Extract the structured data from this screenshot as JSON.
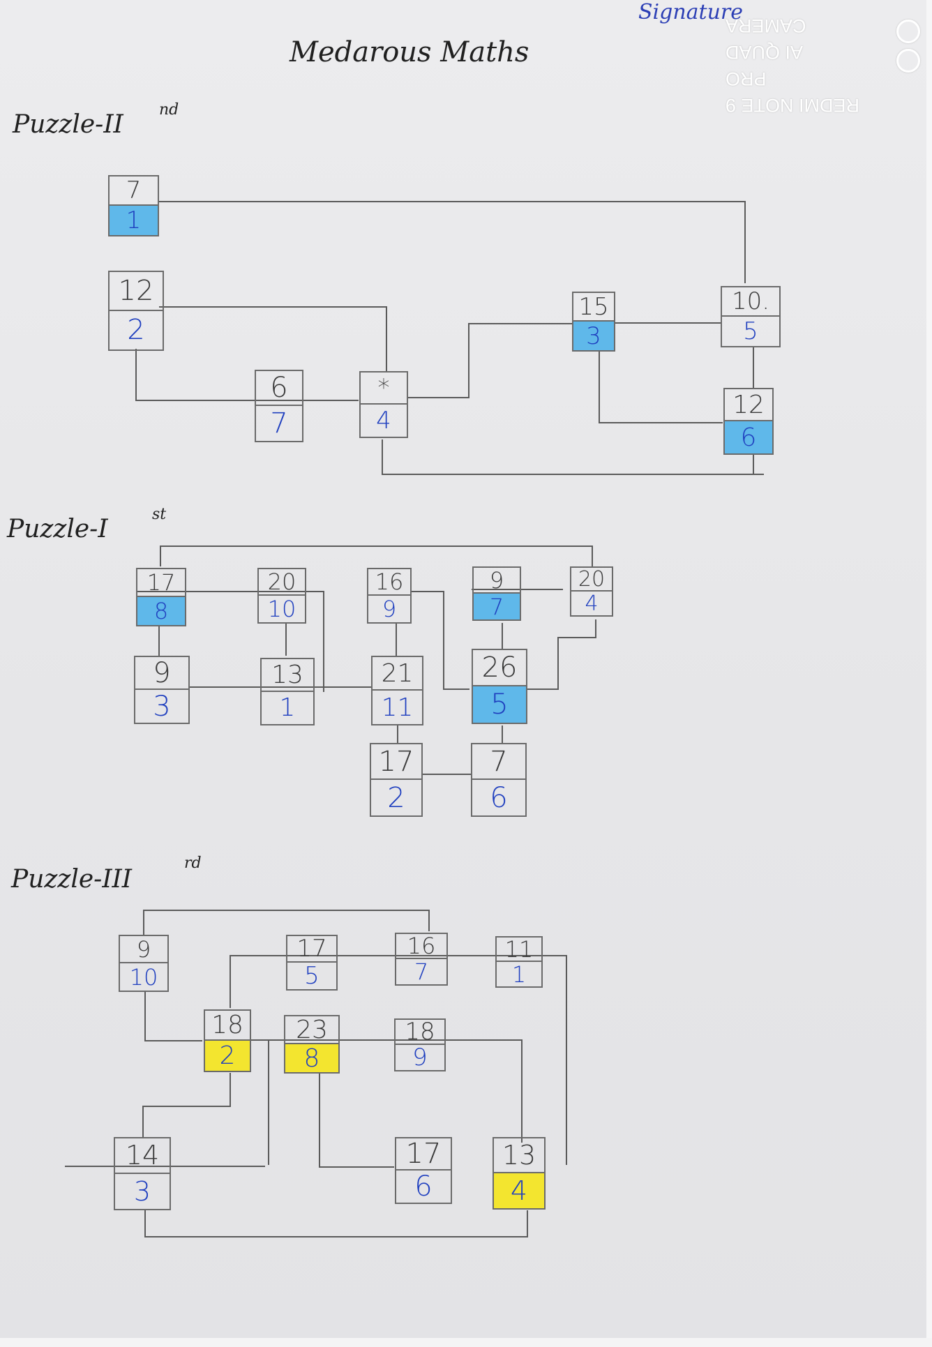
{
  "page": {
    "title": "Medarous Maths",
    "signature": "Signature",
    "watermark": {
      "line1": "REDMI NOTE 9 PRO",
      "line2": "AI QUAD CAMERA"
    }
  },
  "puzzles": [
    {
      "heading": "Puzzle-II",
      "suffix": "nd",
      "boxes": [
        {
          "top": "7",
          "bottom": "1",
          "highlight": "blue"
        },
        {
          "top": "12",
          "bottom": "2",
          "highlight": ""
        },
        {
          "top": "6",
          "bottom": "7",
          "highlight": ""
        },
        {
          "top": "*",
          "bottom": "4",
          "highlight": ""
        },
        {
          "top": "15",
          "bottom": "3",
          "highlight": "blue"
        },
        {
          "top": "10.",
          "bottom": "5",
          "highlight": ""
        },
        {
          "top": "12",
          "bottom": "6",
          "highlight": "blue"
        }
      ]
    },
    {
      "heading": "Puzzle-I",
      "suffix": "st",
      "boxes": [
        {
          "top": "17",
          "bottom": "8",
          "highlight": "blue"
        },
        {
          "top": "20",
          "bottom": "10",
          "highlight": ""
        },
        {
          "top": "16",
          "bottom": "9",
          "highlight": ""
        },
        {
          "top": "9",
          "bottom": "7",
          "highlight": "blue"
        },
        {
          "top": "20",
          "bottom": "4",
          "highlight": ""
        },
        {
          "top": "9",
          "bottom": "3",
          "highlight": ""
        },
        {
          "top": "13",
          "bottom": "1",
          "highlight": ""
        },
        {
          "top": "21",
          "bottom": "11",
          "highlight": ""
        },
        {
          "top": "26",
          "bottom": "5",
          "highlight": "blue"
        },
        {
          "top": "17",
          "bottom": "2",
          "highlight": ""
        },
        {
          "top": "7",
          "bottom": "6",
          "highlight": ""
        }
      ]
    },
    {
      "heading": "Puzzle-III",
      "suffix": "rd",
      "boxes": [
        {
          "top": "9",
          "bottom": "10",
          "highlight": ""
        },
        {
          "top": "17",
          "bottom": "5",
          "highlight": ""
        },
        {
          "top": "16",
          "bottom": "7",
          "highlight": ""
        },
        {
          "top": "11",
          "bottom": "1",
          "highlight": ""
        },
        {
          "top": "18",
          "bottom": "2",
          "highlight": "yellow"
        },
        {
          "top": "23",
          "bottom": "8",
          "highlight": "yellow"
        },
        {
          "top": "18",
          "bottom": "9",
          "highlight": ""
        },
        {
          "top": "14",
          "bottom": "3",
          "highlight": ""
        },
        {
          "top": "17",
          "bottom": "6",
          "highlight": ""
        },
        {
          "top": "13",
          "bottom": "4",
          "highlight": "yellow"
        }
      ]
    }
  ]
}
